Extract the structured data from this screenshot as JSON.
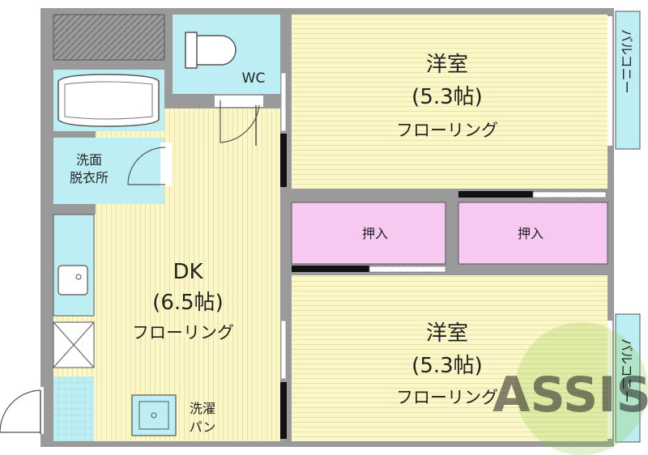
{
  "rooms": {
    "western_top": {
      "name": "洋室",
      "size": "(5.3帖)",
      "floor": "フローリング"
    },
    "western_bottom": {
      "name": "洋室",
      "size": "(5.3帖)",
      "floor": "フローリング"
    },
    "dk": {
      "name": "DK",
      "size": "(6.5帖)",
      "floor": "フローリング"
    },
    "wc": {
      "name": "WC"
    },
    "washroom": {
      "line1": "洗面",
      "line2": "脱衣所"
    },
    "closet_left": {
      "name": "押入"
    },
    "closet_right": {
      "name": "押入"
    },
    "washer_pan": {
      "line1": "洗濯",
      "line2": "パン"
    },
    "balcony_top": {
      "name": "バルコニー"
    },
    "balcony_bottom": {
      "name": "バルコニー"
    }
  },
  "watermark": {
    "text": "ASSIS"
  },
  "colors": {
    "floor_yellow": "#fbf7c8",
    "wet_blue": "#bdeef4",
    "closet_pink": "#f7c8f0",
    "wall": "#9a9a9a",
    "watermark_green": "#8cc63f"
  }
}
